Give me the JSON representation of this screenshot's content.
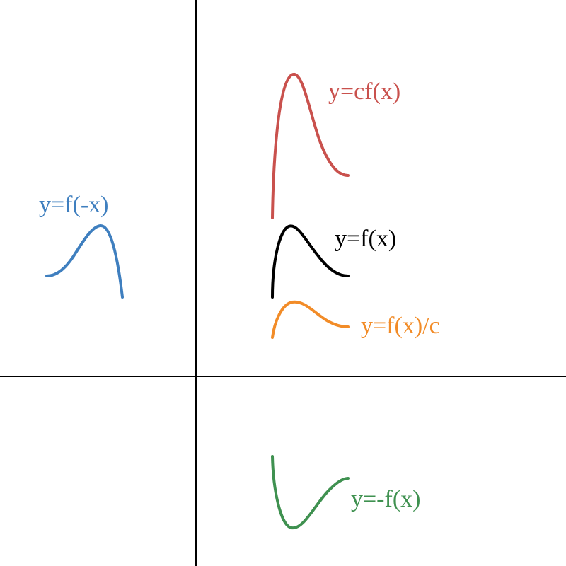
{
  "labels": {
    "original": "y=f(x)",
    "scaled_up": "y=cf(x)",
    "scaled_down": "y=f(x)/c",
    "reflected_y": "y=f(-x)",
    "reflected_x": "y=-f(x)"
  },
  "colors": {
    "original": "#000000",
    "scaled_up": "#c9514d",
    "scaled_down": "#f28c28",
    "reflected_y": "#3f7fbf",
    "reflected_x": "#3f9150",
    "axes": "#000000"
  }
}
